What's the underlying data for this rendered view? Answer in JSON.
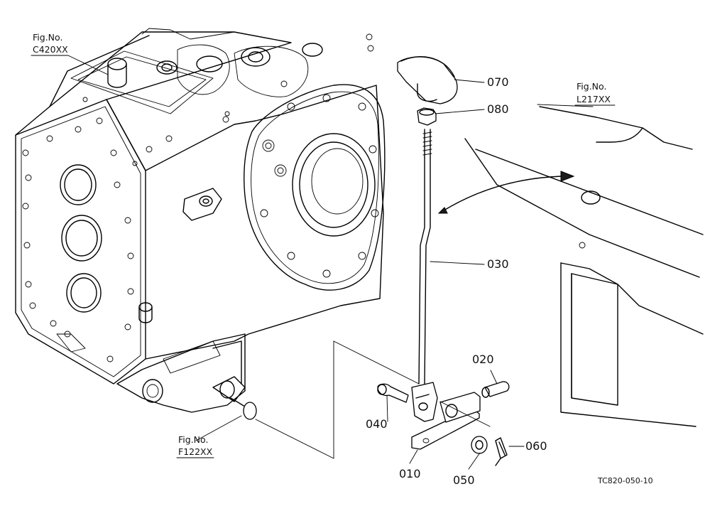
{
  "figure_refs": [
    {
      "title": "Fig.No.",
      "code": "C420XX"
    },
    {
      "title": "Fig.No.",
      "code": "F122XX"
    },
    {
      "title": "Fig.No.",
      "code": "L217XX"
    }
  ],
  "parts": [
    {
      "number": "010"
    },
    {
      "number": "020"
    },
    {
      "number": "030"
    },
    {
      "number": "040"
    },
    {
      "number": "050"
    },
    {
      "number": "060"
    },
    {
      "number": "070"
    },
    {
      "number": "080"
    }
  ],
  "drawing_code": "TC820-050-10"
}
